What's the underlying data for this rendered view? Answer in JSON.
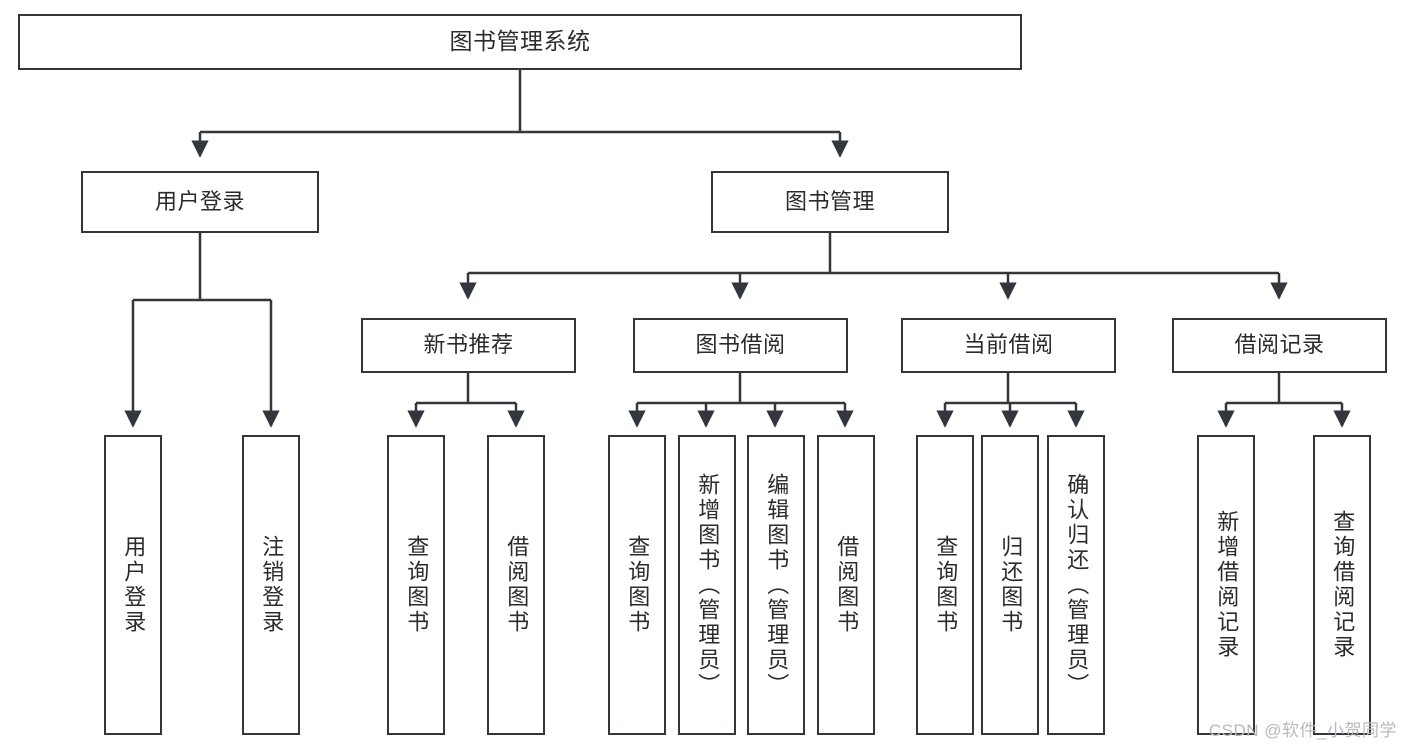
{
  "diagram": {
    "title": "图书管理系统",
    "watermark": "CSDN @软件_小贺同学",
    "stroke_color": "#33363a",
    "text_color": "#2b2b2b",
    "background": "#ffffff",
    "levels": {
      "root": {
        "label": "图书管理系统"
      },
      "level2": [
        {
          "label": "用户登录"
        },
        {
          "label": "图书管理"
        }
      ],
      "level3": [
        {
          "label": "新书推荐"
        },
        {
          "label": "图书借阅"
        },
        {
          "label": "当前借阅"
        },
        {
          "label": "借阅记录"
        }
      ],
      "leaves_user_login": [
        {
          "label": "用户登录"
        },
        {
          "label": "注销登录"
        }
      ],
      "leaves_new_book": [
        {
          "label": "查询图书"
        },
        {
          "label": "借阅图书"
        }
      ],
      "leaves_book_borrow": [
        {
          "label": "查询图书"
        },
        {
          "label": "新增图书（管理员）"
        },
        {
          "label": "编辑图书（管理员）"
        },
        {
          "label": "借阅图书"
        }
      ],
      "leaves_current_borrow": [
        {
          "label": "查询图书"
        },
        {
          "label": "归还图书"
        },
        {
          "label": "确认归还（管理员）"
        }
      ],
      "leaves_borrow_record": [
        {
          "label": "新增借阅记录"
        },
        {
          "label": "查询借阅记录"
        }
      ]
    }
  }
}
